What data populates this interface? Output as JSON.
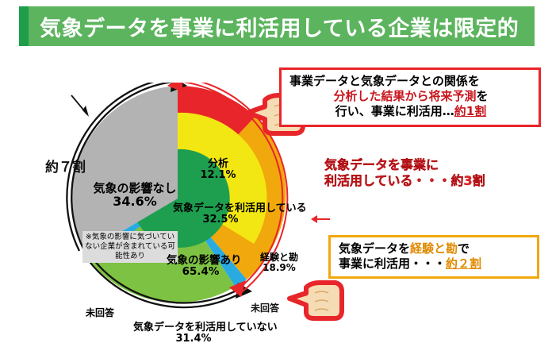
{
  "header": {
    "title": "気象データを事業に利活用している企業は限定的",
    "bg_color": "#5cb45e",
    "accent_color": "#1f9e4a"
  },
  "annotations": {
    "approx_seven": "約７割",
    "na_left": "未回答",
    "na_right": "未回答",
    "note": "※気象の影響に気づいていない企業が含まれている可能性あり"
  },
  "callouts": {
    "analysis": {
      "line1": "事業データと気象データとの関係を",
      "line2a": "分析した結果から将来予測",
      "line2b": "を",
      "line3a": "行い、事業に利活用…",
      "line3b": "約1割",
      "border_color": "#e8252a",
      "hand_color": "#e8252a"
    },
    "using": {
      "line1": "気象データを事業に",
      "line2": "利活用している・・・約3割",
      "text_color": "#e8252a"
    },
    "experience": {
      "line1a": "気象データを",
      "line1b": "経験と勘",
      "line1c": "で",
      "line2a": "事業に利活用・・・",
      "line2b": "約２割",
      "border_color": "#f0a80c",
      "hand_color": "#e8252a"
    }
  },
  "chart_data": {
    "type": "pie",
    "title": "気象データを事業に利活用している企業は限定的",
    "subtype": "nested-donut",
    "colors": {
      "gray": "#b3b3b3",
      "dark_green": "#1e9e4f",
      "light_green": "#7dc242",
      "yellow": "#f2e712",
      "red": "#e8252a",
      "orange": "#f0a80c",
      "blue": "#29abe2"
    },
    "rings": [
      {
        "name": "inner",
        "slices": [
          {
            "label": "気象の影響なし",
            "value": 34.6,
            "unit": "%",
            "color": "#b3b3b3",
            "display": "34.6%"
          },
          {
            "label": "気象の影響あり",
            "value": 65.4,
            "unit": "%",
            "color": "#1e9e4f",
            "display": "65.4%"
          },
          {
            "label": "未回答",
            "value": 0.0,
            "unit": "%",
            "color": "#29abe2",
            "display": ""
          }
        ]
      },
      {
        "name": "outer",
        "slices": [
          {
            "label": "気象の影響なし",
            "value": 34.6,
            "unit": "%",
            "color": "#b3b3b3",
            "display": "34.6%"
          },
          {
            "label": "分析",
            "value": 12.1,
            "unit": "%",
            "color": "#e8252a",
            "display": "12.1%"
          },
          {
            "label": "経験と勘",
            "value": 18.9,
            "unit": "%",
            "color": "#f0a80c",
            "display": "18.9%"
          },
          {
            "label": "未回答",
            "value": 1.5,
            "unit": "%",
            "color": "#29abe2",
            "display": ""
          },
          {
            "label": "気象データを利活用していない",
            "value": 31.4,
            "unit": "%",
            "color": "#7dc242",
            "display": "31.4%"
          },
          {
            "label": "未回答",
            "value": 1.5,
            "unit": "%",
            "color": "#29abe2",
            "display": ""
          }
        ]
      }
    ],
    "grouped_labels": [
      {
        "label": "気象データを利活用している",
        "value": 32.5,
        "unit": "%",
        "color": "#f2e712",
        "display": "32.5%"
      }
    ],
    "legend_position": "inline-labels",
    "grid": false
  }
}
